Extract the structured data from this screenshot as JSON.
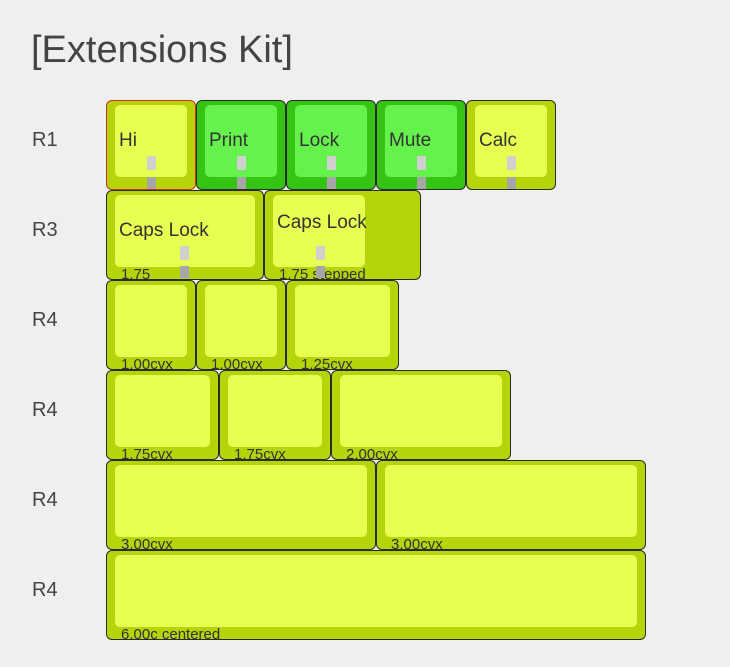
{
  "title": "[Extensions Kit]",
  "rows": [
    {
      "label": "R1"
    },
    {
      "label": "R3"
    },
    {
      "label": "R4"
    },
    {
      "label": "R4"
    },
    {
      "label": "R4"
    },
    {
      "label": "R4"
    }
  ],
  "keys": {
    "hi": {
      "legend": "Hi",
      "front": ""
    },
    "print": {
      "legend": "Print",
      "front": ""
    },
    "lock": {
      "legend": "Lock",
      "front": ""
    },
    "mute": {
      "legend": "Mute",
      "front": ""
    },
    "calc": {
      "legend": "Calc",
      "front": ""
    },
    "caps_lock_1": {
      "legend": "Caps Lock",
      "front": "1.75"
    },
    "caps_lock_2": {
      "legend": "Caps Lock",
      "front": "1.75 stepped"
    },
    "r4a_1": {
      "legend": "",
      "front": "1.00cvx"
    },
    "r4a_2": {
      "legend": "",
      "front": "1.00cvx"
    },
    "r4a_3": {
      "legend": "",
      "front": "1.25cvx"
    },
    "r4b_1": {
      "legend": "",
      "front": "1.75cvx"
    },
    "r4b_2": {
      "legend": "",
      "front": "1.75cvx"
    },
    "r4b_3": {
      "legend": "",
      "front": "2.00cvx"
    },
    "r4c_1": {
      "legend": "",
      "front": "3.00cvx"
    },
    "r4c_2": {
      "legend": "",
      "front": "3.00cvx"
    },
    "r4d_1": {
      "legend": "",
      "front": "6.00c centered"
    }
  },
  "colors": {
    "background": "#efefef",
    "key_yellow": "#b5d40a",
    "cap_yellow": "#e6ff50",
    "key_green": "#35c414",
    "cap_green": "#66f24c",
    "selected_border": "#cc3322"
  }
}
